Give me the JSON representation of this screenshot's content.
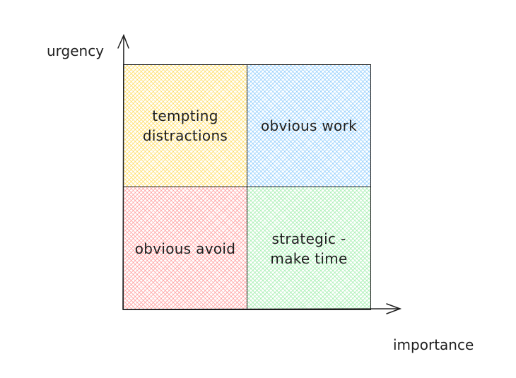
{
  "axes": {
    "y_label": "urgency",
    "x_label": "importance",
    "stroke": "#1e1e1e"
  },
  "quadrants": [
    {
      "label": "tempting\ndistractions",
      "color": "#ffd43b"
    },
    {
      "label": "obvious work",
      "color": "#74c0fc"
    },
    {
      "label": "obvious avoid",
      "color": "#ff8787"
    },
    {
      "label": "strategic -\nmake time",
      "color": "#8ce99a"
    }
  ]
}
